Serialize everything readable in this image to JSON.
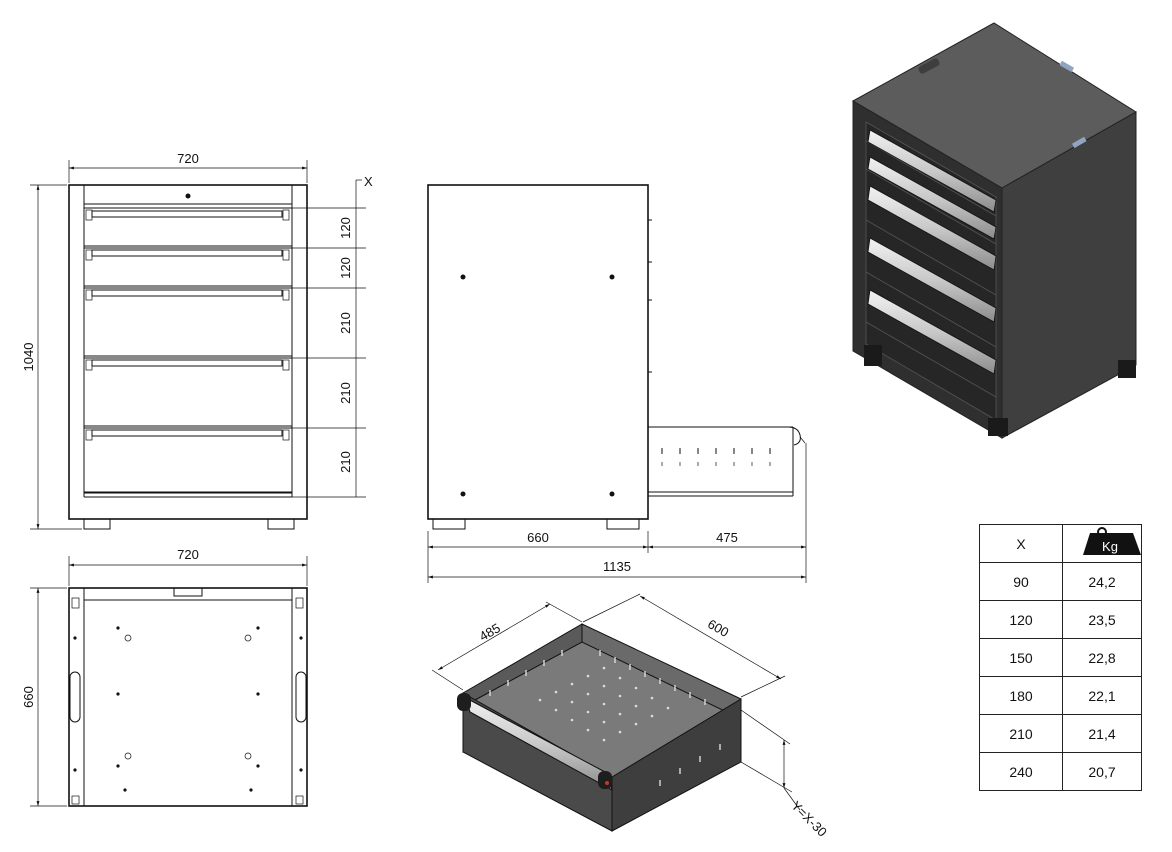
{
  "front_view": {
    "width_label": "720",
    "height_label": "1040",
    "x_label": "X",
    "drawer_heights": [
      "120",
      "120",
      "210",
      "210",
      "210"
    ]
  },
  "top_view": {
    "width_label": "720",
    "depth_label": "660"
  },
  "side_view": {
    "depth_label": "660",
    "extension_label": "475",
    "total_label": "1135"
  },
  "drawer_iso": {
    "width_label": "485",
    "length_label": "600",
    "height_label": "Y=X-30"
  },
  "load_table": {
    "header_x": "X",
    "header_weight_icon": "kg-weight-icon",
    "header_weight_text": "Kg",
    "rows": [
      {
        "x": "90",
        "kg": "24,2"
      },
      {
        "x": "120",
        "kg": "23,5"
      },
      {
        "x": "150",
        "kg": "22,8"
      },
      {
        "x": "180",
        "kg": "22,1"
      },
      {
        "x": "210",
        "kg": "21,4"
      },
      {
        "x": "240",
        "kg": "20,7"
      }
    ]
  },
  "colors": {
    "line": "#111111",
    "cabinet_body": "#4a4a4a",
    "cabinet_dark": "#2b2b2b",
    "handle": "#d9d9d9"
  }
}
